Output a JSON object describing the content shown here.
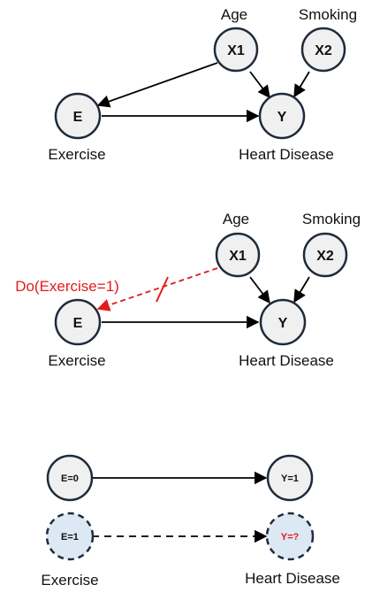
{
  "diagram1": {
    "nodes": {
      "x1": "X1",
      "x2": "X2",
      "e": "E",
      "y": "Y"
    },
    "labels": {
      "age": "Age",
      "smoking": "Smoking",
      "exercise": "Exercise",
      "heart_disease": "Heart Disease"
    }
  },
  "diagram2": {
    "nodes": {
      "x1": "X1",
      "x2": "X2",
      "e": "E",
      "y": "Y"
    },
    "labels": {
      "age": "Age",
      "smoking": "Smoking",
      "exercise": "Exercise",
      "heart_disease": "Heart Disease"
    },
    "intervention": "Do(Exercise=1)"
  },
  "diagram3": {
    "nodes": {
      "e0": "E=0",
      "y1": "Y=1",
      "e1": "E=1",
      "yq": "Y=?"
    },
    "labels": {
      "exercise": "Exercise",
      "heart_disease": "Heart Disease"
    }
  },
  "colors": {
    "intervention": "#e31a1c",
    "node_fill": "#f0f0f0",
    "counterfactual_fill": "#dce8f4",
    "node_stroke": "#1f2b3a"
  }
}
